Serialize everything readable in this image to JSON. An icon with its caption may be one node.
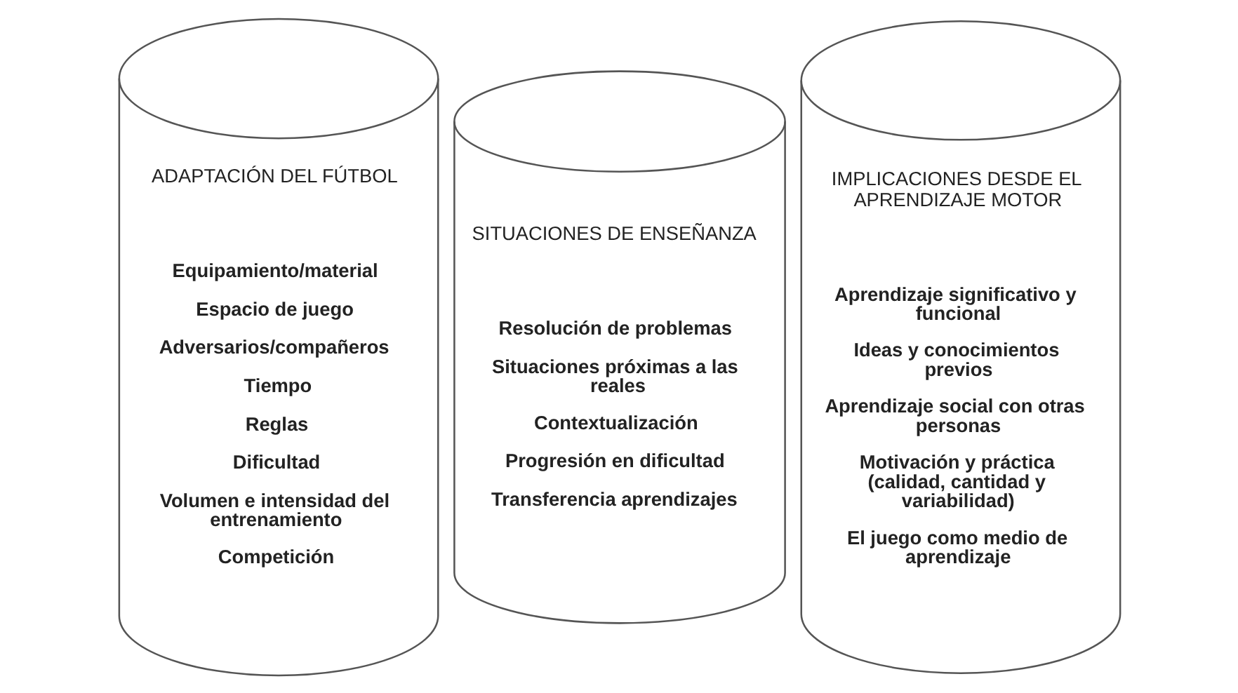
{
  "diagram": {
    "nodes": [
      {
        "text": [
          "ADAPTACIÓN DEL FÚTBOL",
          "Equipamiento/material",
          "Espacio de juego",
          "Adversarios/compañeros",
          "Tiempo",
          "Reglas",
          "Dificultad",
          "Volumen e intensidad del entrenamiento",
          "Competición"
        ]
      },
      {
        "text": [
          "SITUACIONES DE ENSEÑANZA",
          "Resolución de problemas",
          "Situaciones próximas a las reales",
          "Contextualización",
          "Progresión en dificultad",
          "Transferencia aprendizajes"
        ]
      },
      {
        "text": [
          "IMPLICACIONES DESDE EL APRENDIZAJE MOTOR",
          "Aprendizaje significativo y funcional",
          "Ideas y conocimientos previos",
          "Aprendizaje social con otras personas",
          "Motivación y práctica (calidad, cantidad y variabilidad)",
          "El juego como medio de aprendizaje"
        ]
      }
    ]
  }
}
